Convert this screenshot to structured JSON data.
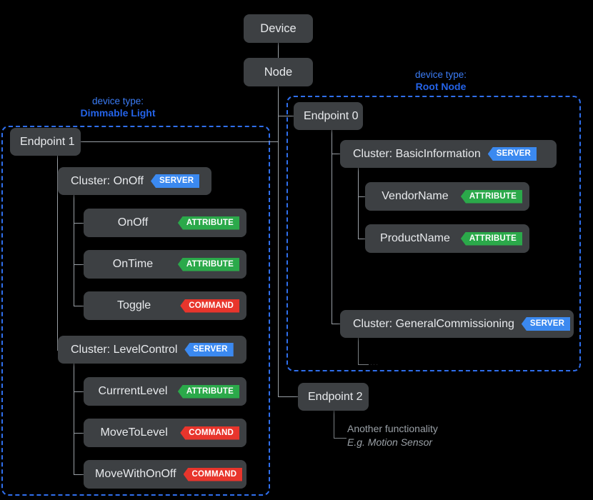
{
  "diagram": {
    "title_nodes": {
      "device": "Device",
      "node": "Node"
    },
    "device_types": [
      {
        "id": "dimmable-light",
        "kicker": "device type:",
        "name": "Dimmable Light",
        "color": "#2463e8"
      },
      {
        "id": "root-node",
        "kicker": "device type:",
        "name": "Root Node",
        "color": "#2463e8"
      }
    ],
    "endpoints": [
      {
        "id": "endpoint-0",
        "label": "Endpoint 0"
      },
      {
        "id": "endpoint-1",
        "label": "Endpoint 1"
      },
      {
        "id": "endpoint-2",
        "label": "Endpoint 2"
      }
    ],
    "clusters": [
      {
        "id": "cluster-onoff",
        "label": "Cluster: OnOff",
        "badge": "SERVER",
        "badge_kind": "server"
      },
      {
        "id": "cluster-levelcontrol",
        "label": "Cluster: LevelControl",
        "badge": "SERVER",
        "badge_kind": "server"
      },
      {
        "id": "cluster-basicinformation",
        "label": "Cluster: BasicInformation",
        "badge": "SERVER",
        "badge_kind": "server"
      },
      {
        "id": "cluster-generalcommissioning",
        "label": "Cluster: GeneralCommissioning",
        "badge": "SERVER",
        "badge_kind": "server"
      }
    ],
    "items": [
      {
        "id": "item-onoff",
        "label": "OnOff",
        "badge": "ATTRIBUTE",
        "badge_kind": "attribute"
      },
      {
        "id": "item-ontime",
        "label": "OnTime",
        "badge": "ATTRIBUTE",
        "badge_kind": "attribute"
      },
      {
        "id": "item-toggle",
        "label": "Toggle",
        "badge": "COMMAND",
        "badge_kind": "command"
      },
      {
        "id": "item-currrentlevel",
        "label": "CurrrentLevel",
        "badge": "ATTRIBUTE",
        "badge_kind": "attribute"
      },
      {
        "id": "item-movetolevel",
        "label": "MoveToLevel",
        "badge": "COMMAND",
        "badge_kind": "command"
      },
      {
        "id": "item-movewithonoff",
        "label": "MoveWithOnOff",
        "badge": "COMMAND",
        "badge_kind": "command"
      },
      {
        "id": "item-vendorname",
        "label": "VendorName",
        "badge": "ATTRIBUTE",
        "badge_kind": "attribute"
      },
      {
        "id": "item-productname",
        "label": "ProductName",
        "badge": "ATTRIBUTE",
        "badge_kind": "attribute"
      }
    ],
    "annotations": {
      "endpoint2_line1": "Another functionality",
      "endpoint2_line2": "E.g. Motion Sensor",
      "commissioning_more": "..."
    },
    "colors": {
      "background": "#000000",
      "box_fill": "#3d4043",
      "box_text": "#e8eaed",
      "connector": "#9aa0a6",
      "devtype_border": "#2f6fed",
      "badge_server": "#3b89f0",
      "badge_attribute": "#2ba94a",
      "badge_command": "#e8352c",
      "annotation_text": "#9aa0a6"
    }
  }
}
